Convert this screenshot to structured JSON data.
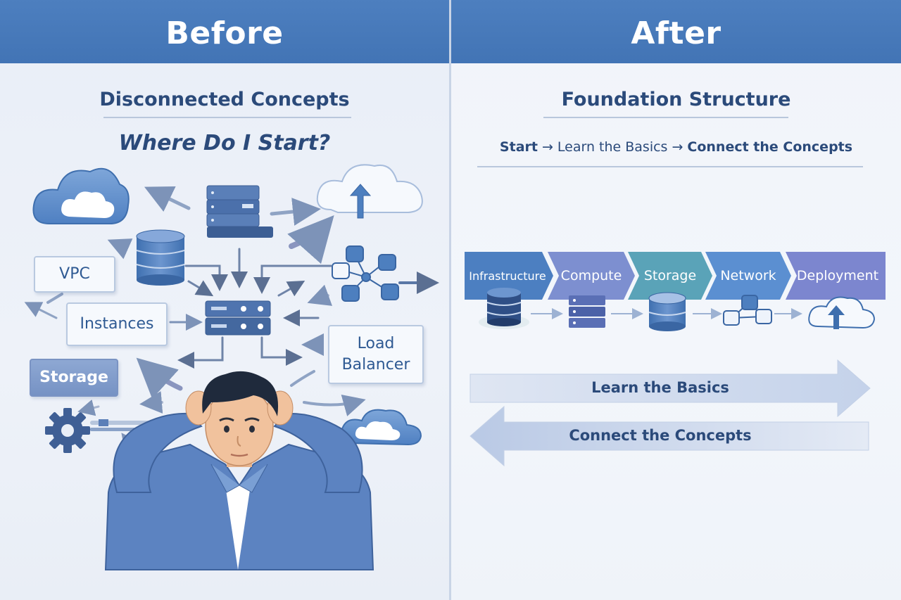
{
  "before": {
    "header": "Before",
    "title": "Disconnected Concepts",
    "question": "Where Do I Start?",
    "tags": {
      "vpc": "VPC",
      "instances": "Instances",
      "storage": "Storage",
      "load_balancer_1": "Load",
      "load_balancer_2": "Balancer"
    }
  },
  "after": {
    "header": "After",
    "title": "Foundation Structure",
    "flow": {
      "start": "Start",
      "arrow": "→",
      "step1": "Learn the Basics",
      "step2": "Connect the Concepts"
    },
    "stages": [
      {
        "label": "Infrastructure",
        "color": "#4c7fc1"
      },
      {
        "label": "Compute",
        "color": "#7d8fd0"
      },
      {
        "label": "Storage",
        "color": "#5aa3b8"
      },
      {
        "label": "Network",
        "color": "#5b8fd1"
      },
      {
        "label": "Deployment",
        "color": "#7c86cf"
      }
    ],
    "forward_arrow": "Learn the Basics",
    "backward_arrow": "Connect the Concepts"
  },
  "icons": [
    "cloud-icon",
    "server-rack-icon",
    "database-icon",
    "cloud-upload-icon",
    "network-nodes-icon",
    "gear-icon",
    "person-illustration"
  ]
}
